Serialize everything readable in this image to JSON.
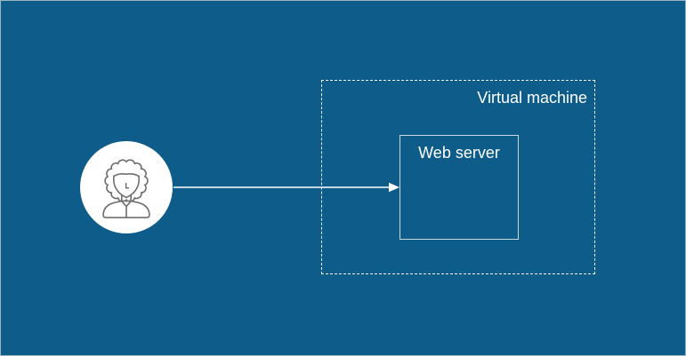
{
  "diagram": {
    "user_node": {
      "icon": "user-avatar-icon",
      "shape": "white-circle"
    },
    "vm_container": {
      "label": "Virtual machine",
      "border_style": "dashed"
    },
    "web_server_node": {
      "label": "Web server",
      "border_style": "solid"
    },
    "arrow": {
      "from": "user_node",
      "to": "web_server_node",
      "direction": "left-to-right"
    }
  },
  "colors": {
    "background": "#0E5C8A",
    "line_and_text": "#FFFFFF",
    "server_box_border": "#C9DAE3",
    "avatar_circle_fill": "#FFFFFF",
    "avatar_icon_stroke": "#6F6F6F",
    "outer_frame_border": "#9DB5C3"
  }
}
